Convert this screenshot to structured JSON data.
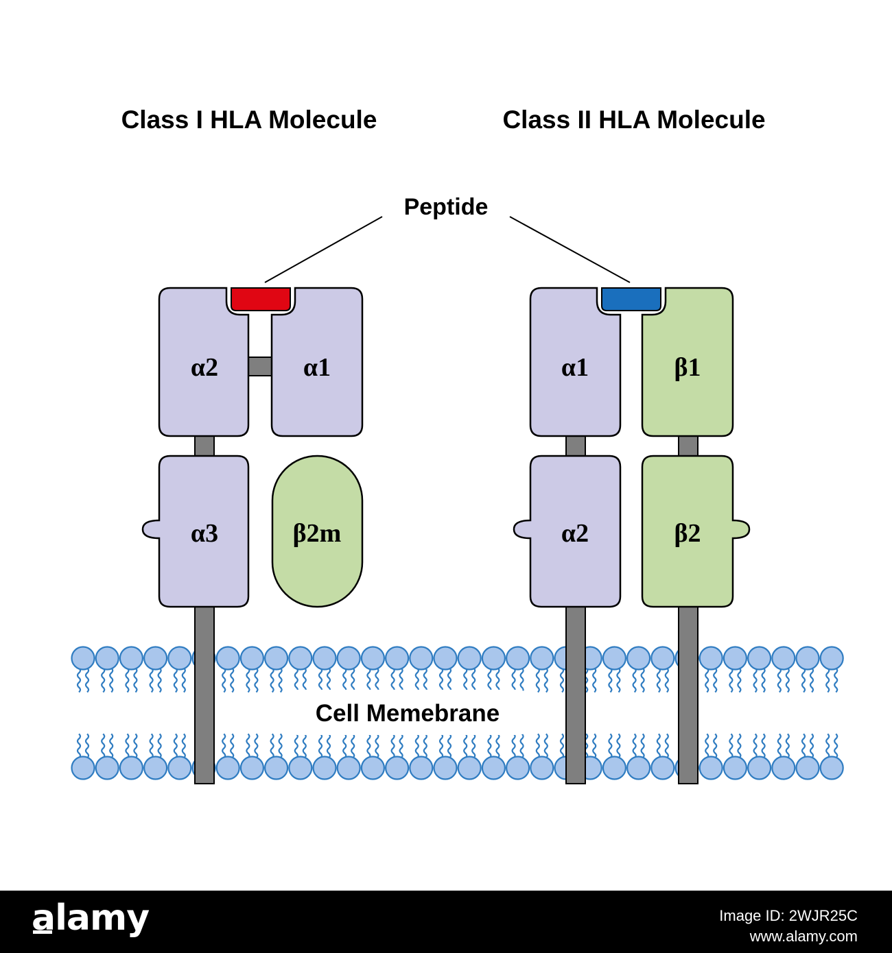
{
  "titles": {
    "class1": "Class I HLA Molecule",
    "class2": "Class II HLA Molecule"
  },
  "peptide_label": "Peptide",
  "membrane_label": "Cell Memebrane",
  "class1": {
    "domains": {
      "a2": "α2",
      "a1": "α1",
      "a3": "α3",
      "b2m": "β2m"
    },
    "peptide_color": "#e00613"
  },
  "class2": {
    "domains": {
      "a1": "α1",
      "b1": "β1",
      "a2": "α2",
      "b2": "β2"
    },
    "peptide_color": "#1a6fbd"
  },
  "colors": {
    "alpha_fill": "#cccae6",
    "beta_fill": "#c4dca6",
    "stem": "#7f7f7f",
    "lipid_head_fill": "#a9c6ec",
    "lipid_stroke": "#2f7cc1"
  },
  "footer": {
    "brand": "alamy",
    "image_id": "Image ID: 2WJR25C",
    "site": "www.alamy.com"
  }
}
